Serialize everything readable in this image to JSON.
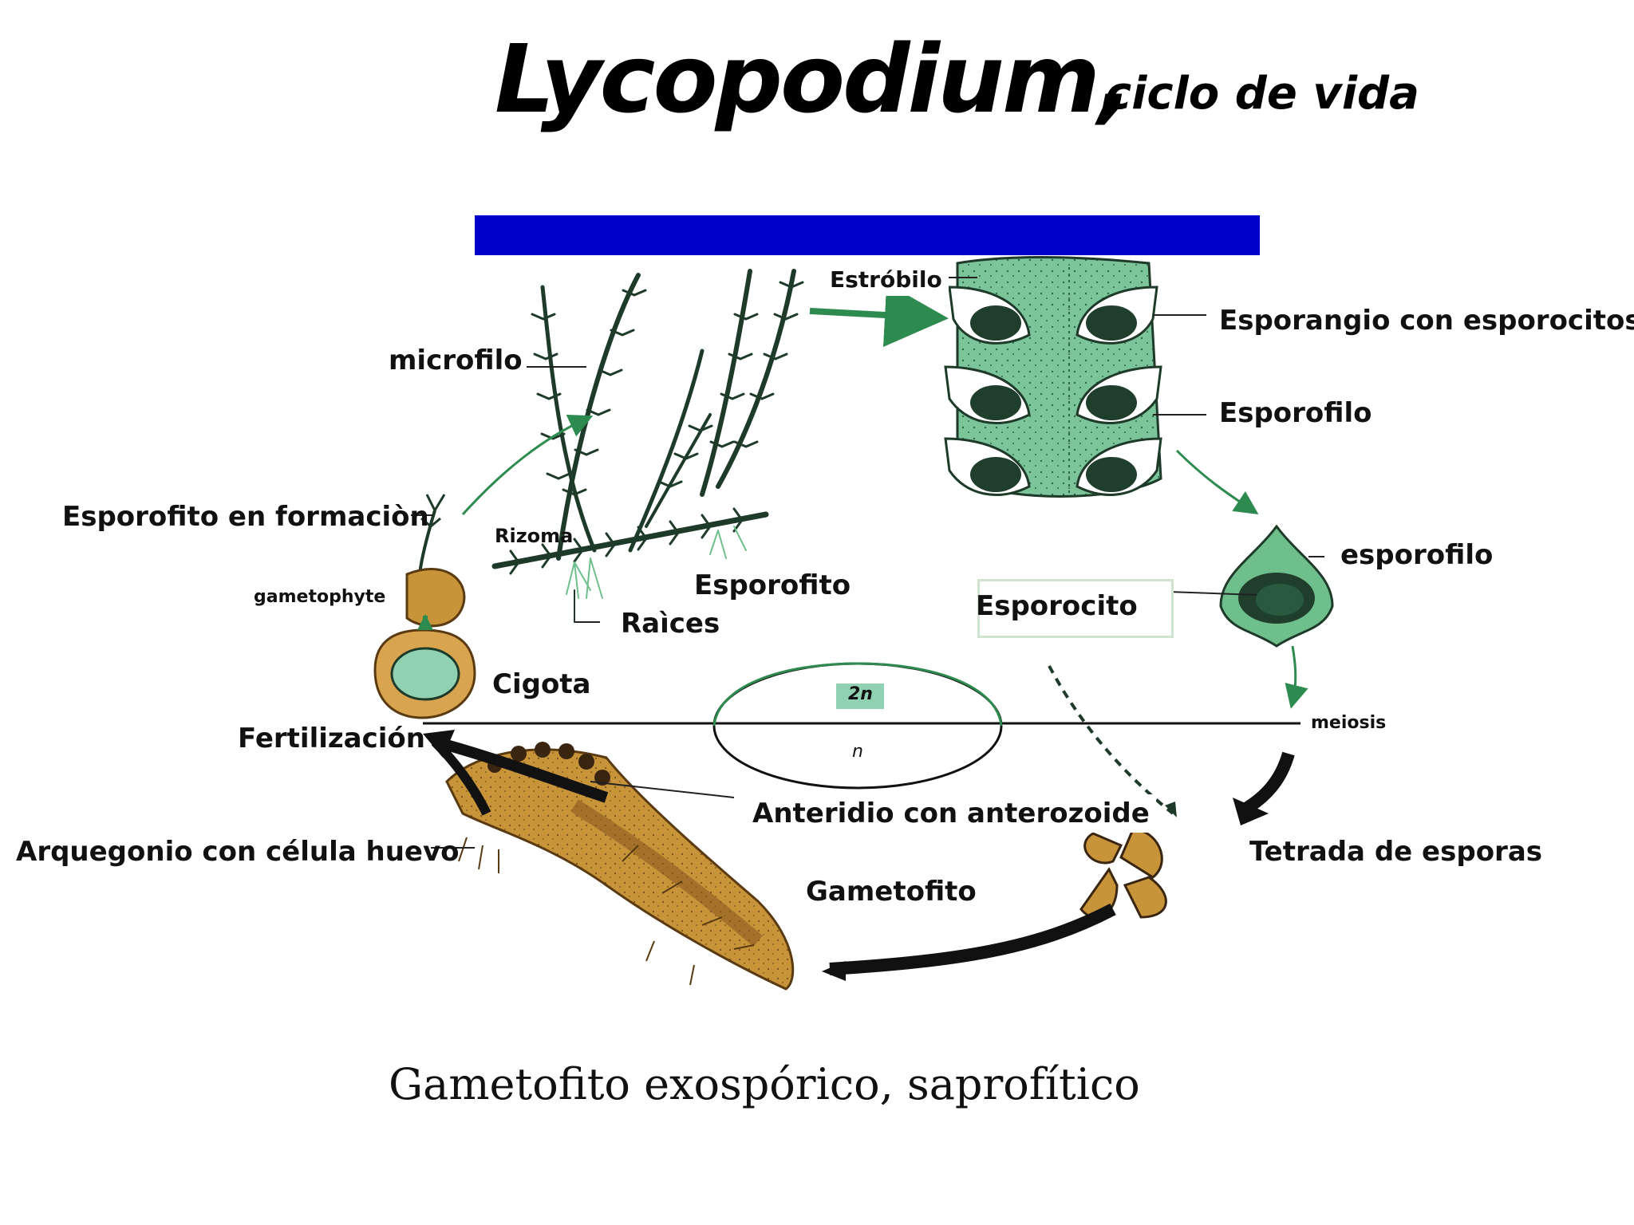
{
  "title": {
    "main": "Lycopodium,",
    "sub": "ciclo de vida"
  },
  "colors": {
    "bar": "#0000cc",
    "tissue_green": "#6fbf8c",
    "dark_green": "#1f5a3a",
    "gametophyte_tan": "#c8943a",
    "arrow_green": "#2e8b4f",
    "black": "#111111"
  },
  "labels": {
    "estrobilo": "Estróbilo",
    "esporangio": "Esporangio con esporocitos",
    "microfilo": "microfilo",
    "esporofilo_upper": "Esporofilo",
    "esporofito_formacion": "Esporofito en formaciòn",
    "rizoma": "Rizoma",
    "esporofilo_lower": "esporofilo",
    "gametophyte": "gametophyte",
    "esporofito": "Esporofito",
    "esporocito": "Esporocito",
    "raices": "Raìces",
    "cigota": "Cigota",
    "two_n": "2n",
    "meiosis": "meiosis",
    "fertilizacion": "Fertilización",
    "n": "n",
    "anteridio": "Anteridio con anterozoide",
    "arquegonio": "Arquegonio con célula huevo",
    "tetrada": "Tetrada de esporas",
    "gametofito": "Gametofito"
  },
  "caption": "Gametofito exospórico, saprofítico"
}
